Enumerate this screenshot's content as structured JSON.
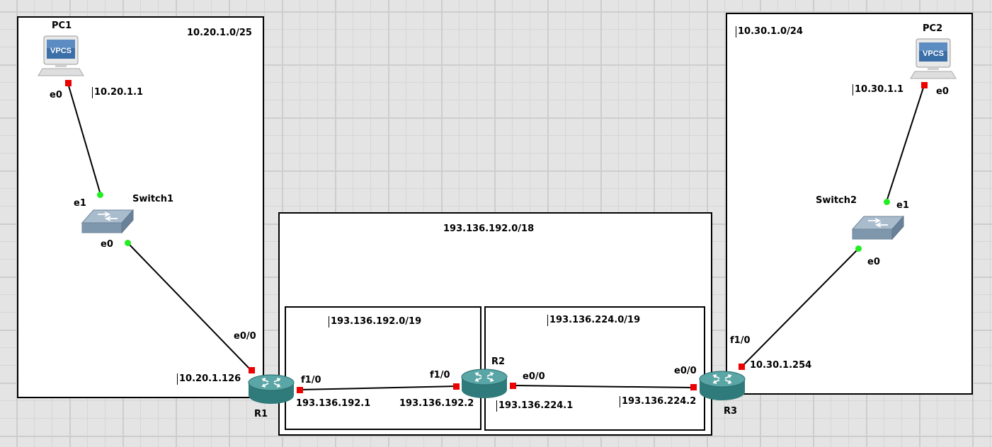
{
  "zones": {
    "left_net": "10.20.1.0/25",
    "right_net": "10.30.1.0/24",
    "wan_net": "193.136.192.0/18",
    "wan_sub1": "193.136.192.0/19",
    "wan_sub2": "193.136.224.0/19"
  },
  "devices": {
    "pc1": {
      "name": "PC1",
      "badge": "VPCS"
    },
    "pc2": {
      "name": "PC2",
      "badge": "VPCS"
    },
    "switch1": {
      "name": "Switch1"
    },
    "switch2": {
      "name": "Switch2"
    },
    "r1": {
      "name": "R1"
    },
    "r2": {
      "name": "R2"
    },
    "r3": {
      "name": "R3"
    }
  },
  "ports": {
    "pc1_e0": "e0",
    "sw1_e1": "e1",
    "sw1_e0": "e0",
    "r1_e00": "e0/0",
    "r1_f10": "f1/0",
    "r2_f10": "f1/0",
    "r2_e00": "e0/0",
    "r3_e00": "e0/0",
    "r3_f10": "f1/0",
    "sw2_e1": "e1",
    "sw2_e0": "e0",
    "pc2_e0": "e0"
  },
  "addresses": {
    "pc1": "10.20.1.1",
    "r1_lan": "10.20.1.126",
    "r1_wan": "193.136.192.1",
    "r2_f10": "193.136.192.2",
    "r2_e00": "193.136.224.1",
    "r3_wan": "193.136.224.2",
    "r3_lan": "10.30.1.254",
    "pc2": "10.30.1.1"
  },
  "colors": {
    "link": "#000000",
    "port_down_red": "#ee0000",
    "port_up_green": "#22ee22",
    "router_teal": "#3e8a8a",
    "switch_blue": "#8aa3bb",
    "vpcs_blue": "#3a6fa8"
  }
}
